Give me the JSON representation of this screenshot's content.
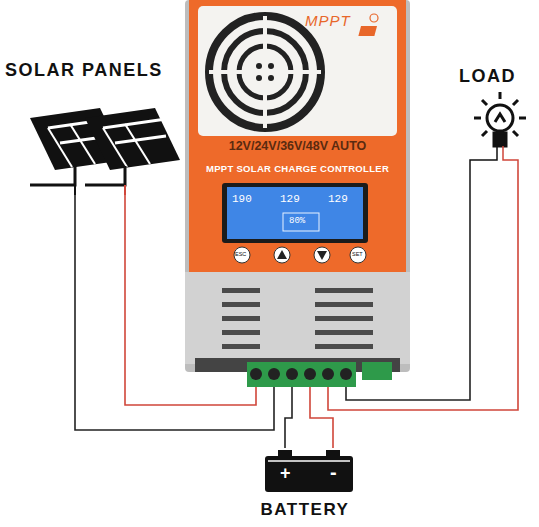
{
  "diagram": {
    "nodes": [
      {
        "text": [
          "SOLAR PANELS"
        ]
      },
      {
        "text": [
          "MPPT",
          "12V/24V/36V/48V AUTO",
          "MPPT SOLAR CHARGE CONTROLLER"
        ]
      },
      {
        "text": [
          "LOAD"
        ]
      },
      {
        "text": [
          "BATTERY"
        ]
      }
    ],
    "edges": [
      {
        "from": 0,
        "to": 1,
        "arrow": "none"
      },
      {
        "from": 0,
        "to": 1,
        "arrow": "none"
      },
      {
        "from": 1,
        "to": 3,
        "arrow": "none"
      },
      {
        "from": 1,
        "to": 3,
        "arrow": "none"
      },
      {
        "from": 1,
        "to": 2,
        "arrow": "none"
      },
      {
        "from": 1,
        "to": 2,
        "arrow": "none"
      }
    ],
    "labels": [
      "190",
      "129",
      "129",
      "80%",
      "ESC",
      "SET",
      "+",
      "-"
    ]
  }
}
